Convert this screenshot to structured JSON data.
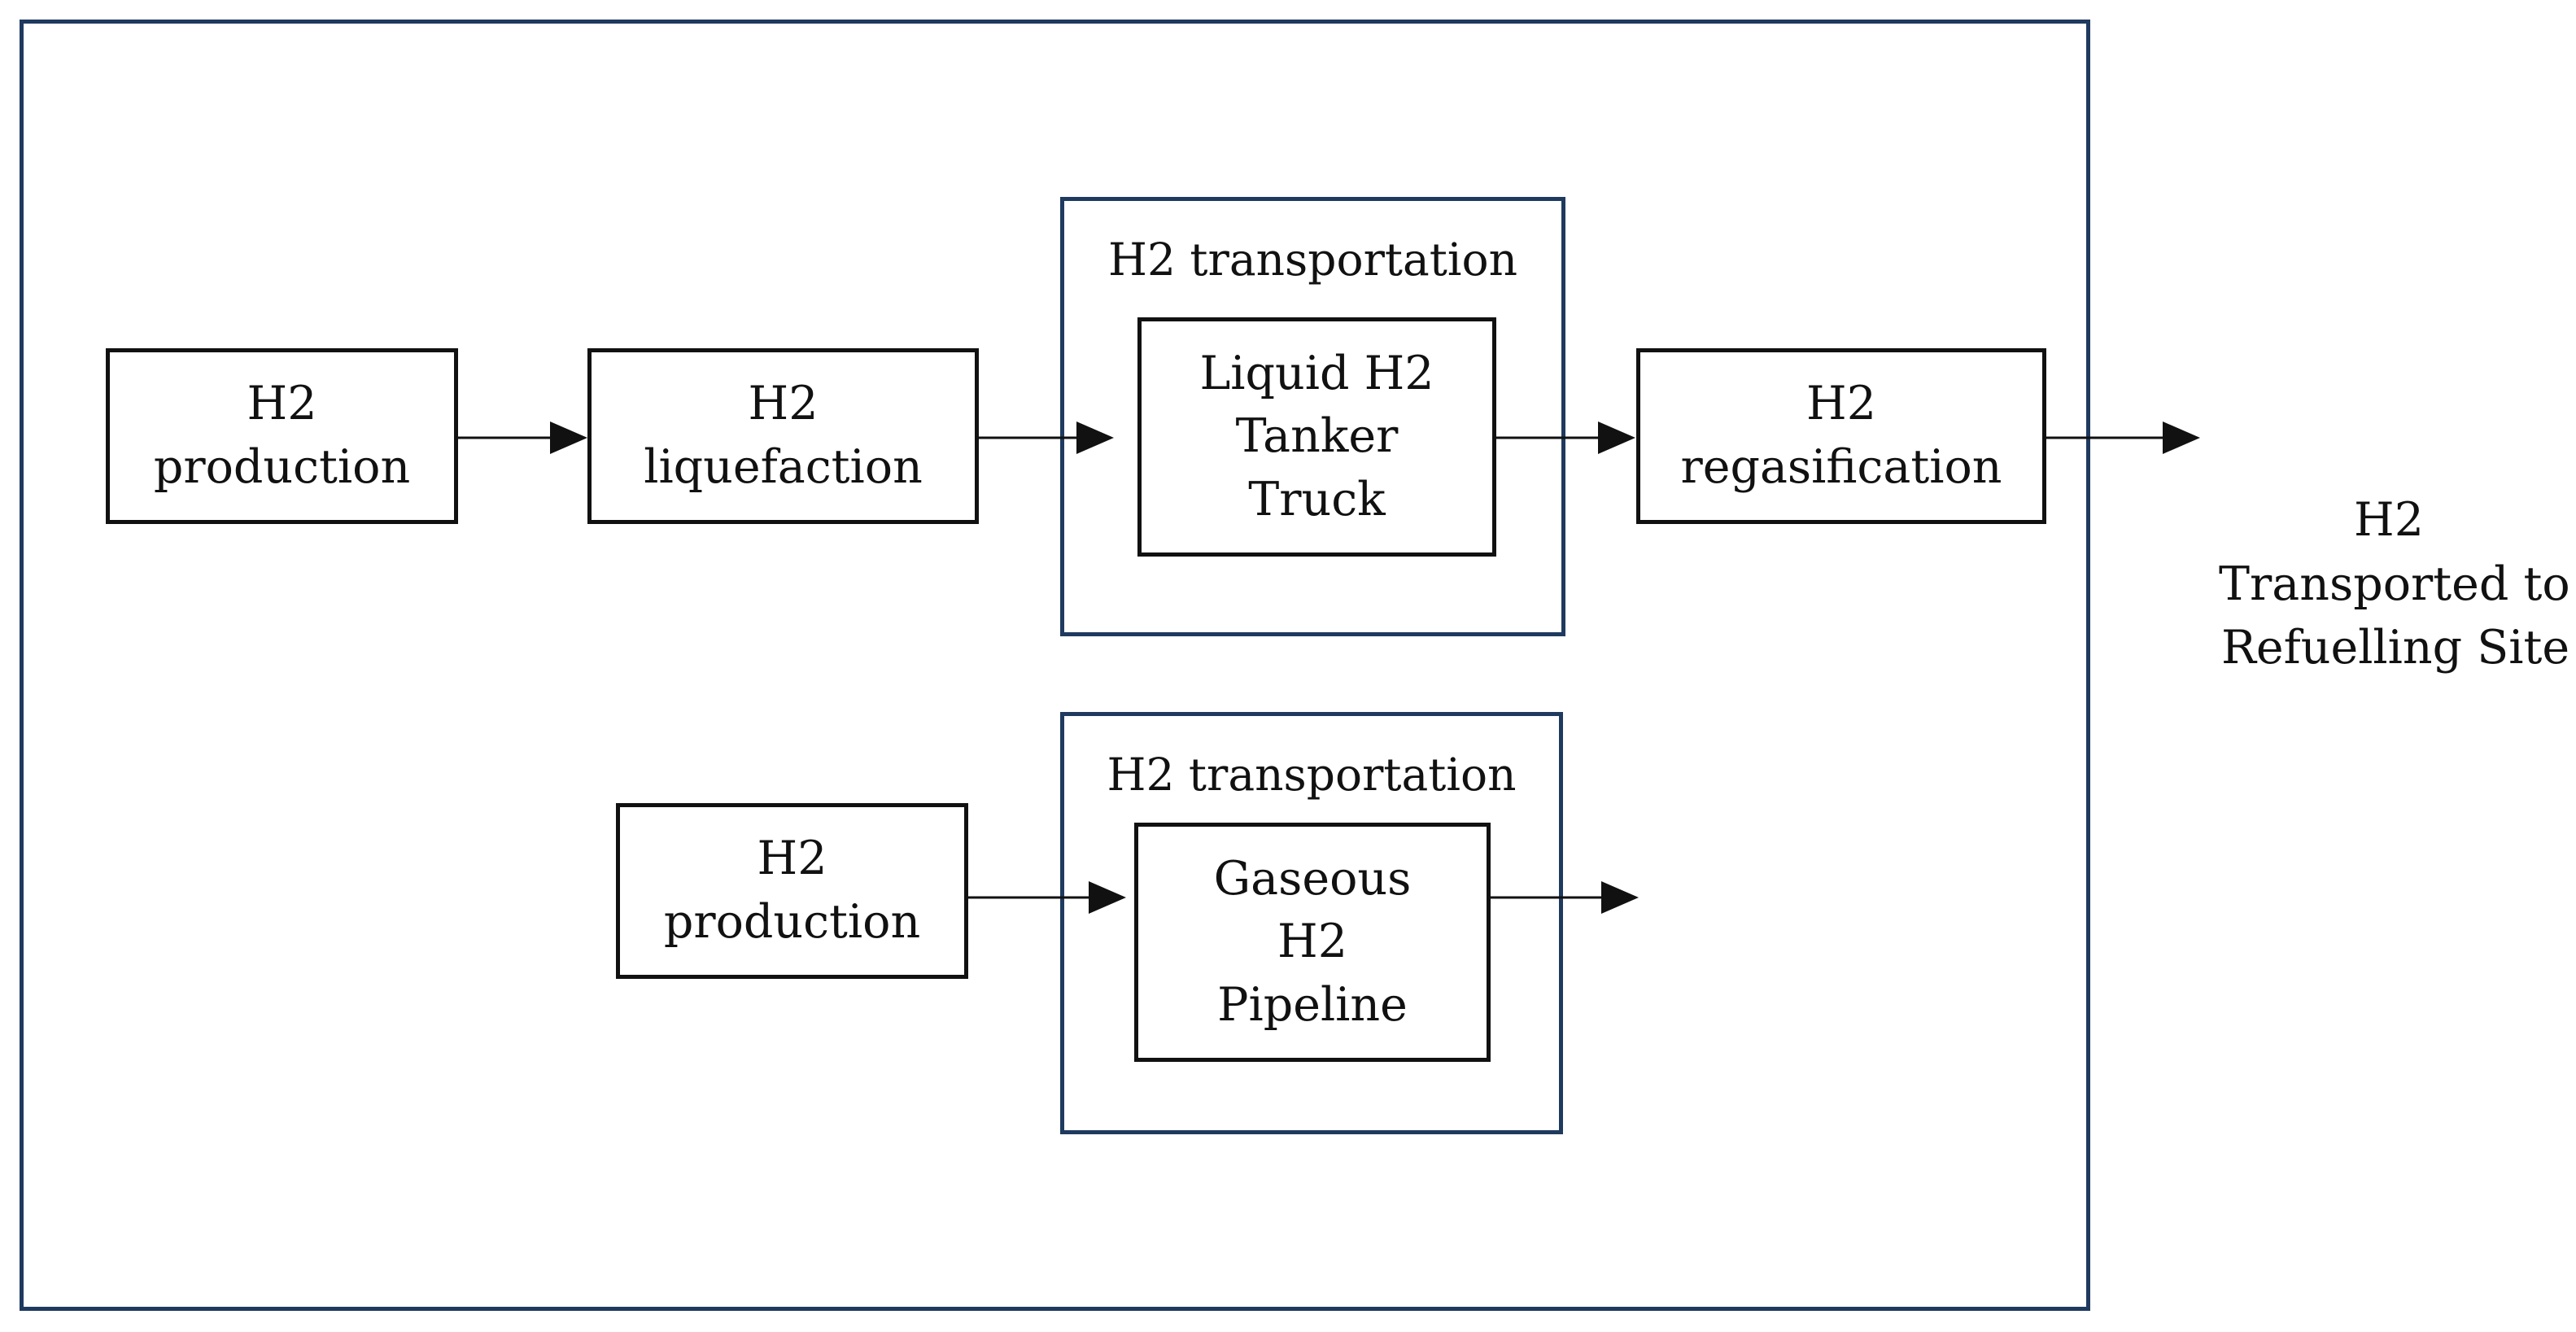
{
  "diagram": {
    "route_liquid": {
      "production": {
        "lines": [
          "H2",
          "production"
        ]
      },
      "liquefaction": {
        "lines": [
          "H2",
          "liquefaction"
        ]
      },
      "transport_group_title": "H2 transportation",
      "transport": {
        "lines": [
          "Liquid H2",
          "Tanker",
          "Truck"
        ]
      },
      "regasification": {
        "lines": [
          "H2",
          "regasification"
        ]
      }
    },
    "route_gaseous": {
      "production": {
        "lines": [
          "H2",
          "production"
        ]
      },
      "transport_group_title": "H2 transportation",
      "transport": {
        "lines": [
          "Gaseous",
          "H2",
          "Pipeline"
        ]
      }
    },
    "destination": {
      "lines": [
        "H2",
        "Transported to",
        "Refuelling Site"
      ]
    }
  },
  "colors": {
    "frame": "#1f3a5f",
    "box_border": "#111111",
    "arrow": "#111111"
  }
}
